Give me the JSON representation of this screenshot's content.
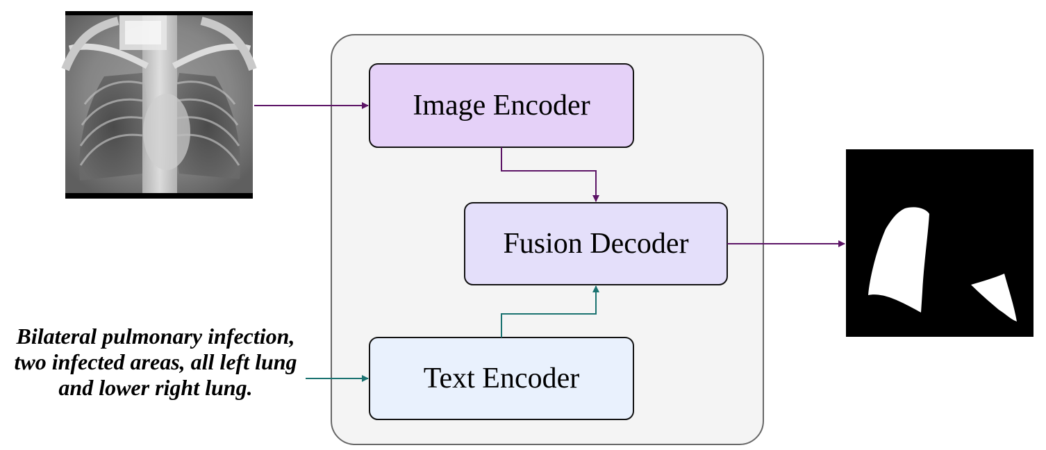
{
  "diagram": {
    "image_encoder_label": "Image Encoder",
    "fusion_decoder_label": "Fusion Decoder",
    "text_encoder_label": "Text Encoder",
    "input_text": "Bilateral pulmonary infection, two infected areas, all left lung and lower right lung."
  },
  "colors": {
    "container_fill": "#f4f4f4",
    "container_stroke": "#666666",
    "image_encoder_fill": "#e5d1f8",
    "fusion_decoder_fill": "#e4dffa",
    "text_encoder_fill": "#e9f1fd",
    "image_arrow": "#5c1466",
    "text_arrow": "#1a7270",
    "mask_background": "#000000",
    "mask_foreground": "#ffffff"
  },
  "icons": {
    "input_image": "chest-xray-image",
    "output_image": "segmentation-mask-image"
  }
}
